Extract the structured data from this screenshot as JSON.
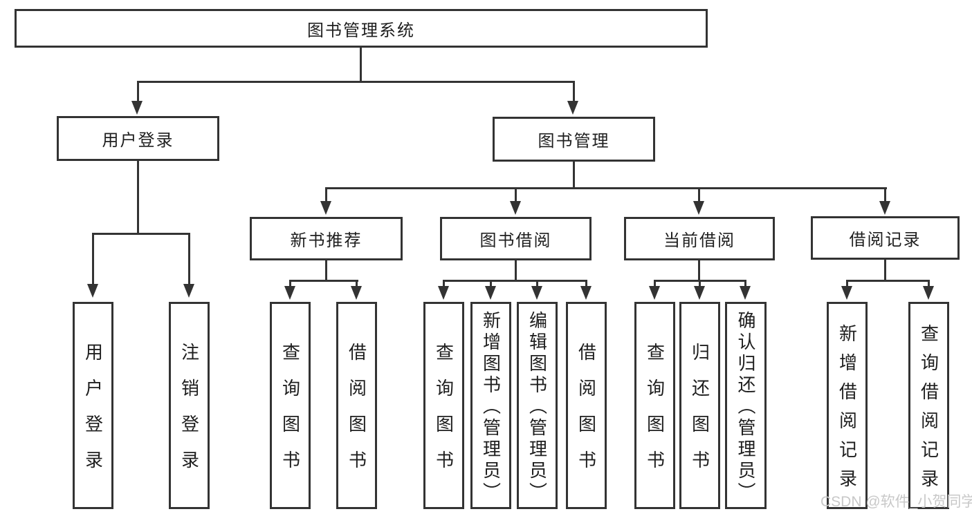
{
  "diagram": {
    "root": {
      "label": "图书管理系统"
    },
    "level2": [
      {
        "label": "用户登录"
      },
      {
        "label": "图书管理"
      }
    ],
    "level3": [
      {
        "label": "新书推荐"
      },
      {
        "label": "图书借阅"
      },
      {
        "label": "当前借阅"
      },
      {
        "label": "借阅记录"
      }
    ],
    "level4_groups": [
      {
        "parent": "用户登录",
        "items": [
          {
            "label": "用户登录"
          },
          {
            "label": "注销登录"
          }
        ]
      },
      {
        "parent": "新书推荐",
        "items": [
          {
            "label": "查询图书"
          },
          {
            "label": "借阅图书"
          }
        ]
      },
      {
        "parent": "图书借阅",
        "items": [
          {
            "label": "查询图书"
          },
          {
            "label": "新增图书（管理员）"
          },
          {
            "label": "编辑图书（管理员）"
          },
          {
            "label": "借阅图书"
          }
        ]
      },
      {
        "parent": "当前借阅",
        "items": [
          {
            "label": "查询图书"
          },
          {
            "label": "归还图书"
          },
          {
            "label": "确认归还（管理员）"
          }
        ]
      },
      {
        "parent": "借阅记录",
        "items": [
          {
            "label": "新增借阅记录"
          },
          {
            "label": "查询借阅记录"
          }
        ]
      }
    ]
  },
  "watermark": {
    "text": "CSDN @软件_小贺同学"
  },
  "colors": {
    "line": "#333333",
    "text": "#1e1e1e",
    "background": "#ffffff",
    "watermark": "#c8c8c8"
  }
}
